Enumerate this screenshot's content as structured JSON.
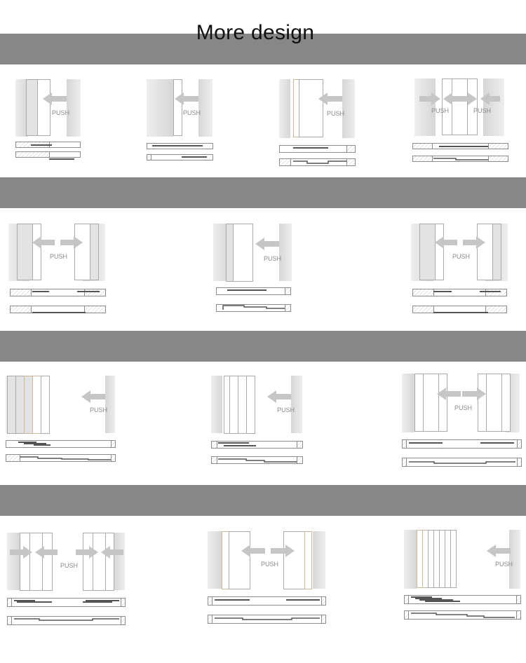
{
  "page": {
    "title": "More design",
    "push_label": "PUSH"
  },
  "colors": {
    "band": "#878787",
    "wall": "#e4e4e4",
    "frame": "#aaaaaa",
    "arrow": "#c6c6c6",
    "label": "#8a8a8a",
    "track_line": "#555555"
  },
  "rows": [
    {
      "name": "row-1",
      "designs": [
        {
          "name": "design-1-1",
          "arrows": [
            "left"
          ]
        },
        {
          "name": "design-1-2",
          "arrows": [
            "left"
          ]
        },
        {
          "name": "design-1-3",
          "arrows": [
            "left"
          ]
        },
        {
          "name": "design-1-4",
          "arrows": [
            "right",
            "left",
            "right",
            "left"
          ]
        }
      ]
    },
    {
      "name": "row-2",
      "designs": [
        {
          "name": "design-2-1",
          "arrows": [
            "left",
            "right"
          ]
        },
        {
          "name": "design-2-2",
          "arrows": [
            "left"
          ]
        },
        {
          "name": "design-2-3",
          "arrows": [
            "left",
            "right"
          ]
        }
      ]
    },
    {
      "name": "row-3",
      "designs": [
        {
          "name": "design-3-1",
          "arrows": [
            "left"
          ]
        },
        {
          "name": "design-3-2",
          "arrows": [
            "left"
          ]
        },
        {
          "name": "design-3-3",
          "arrows": [
            "left",
            "right"
          ]
        }
      ]
    },
    {
      "name": "row-4",
      "designs": [
        {
          "name": "design-4-1",
          "arrows": [
            "right",
            "left",
            "right",
            "left"
          ]
        },
        {
          "name": "design-4-2",
          "arrows": [
            "left",
            "right"
          ]
        },
        {
          "name": "design-4-3",
          "arrows": [
            "left"
          ]
        }
      ]
    }
  ]
}
